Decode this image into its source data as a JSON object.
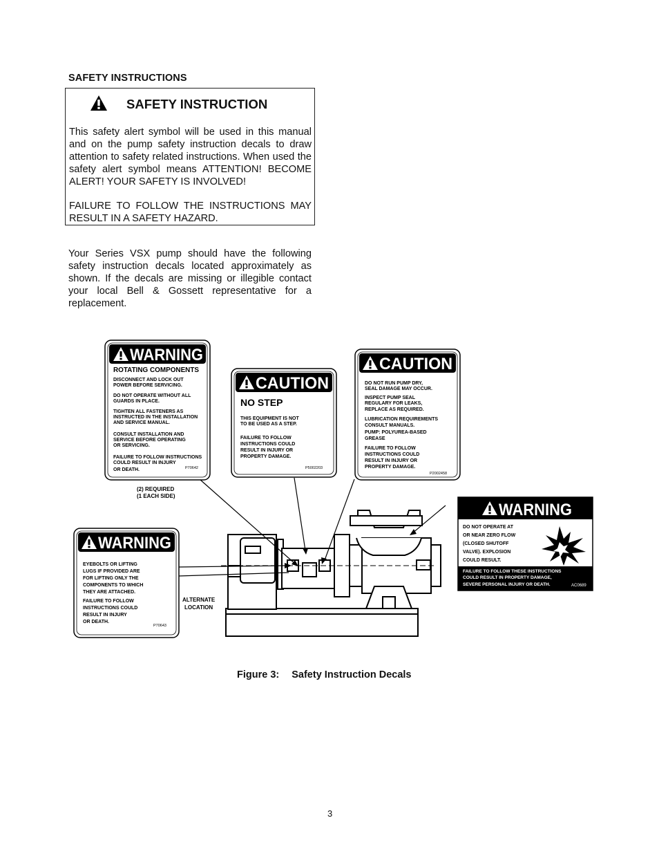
{
  "section_heading": "SAFETY INSTRUCTIONS",
  "safety_box": {
    "title": "SAFETY INSTRUCTION",
    "icon": "safety-alert-triangle-icon",
    "paragraph1": "This safety alert symbol will be used in this manual and on the pump safety instruction decals to draw attention to safety related instructions. When used the safety alert symbol means ATTENTION! BECOME ALERT! YOUR SAFETY IS INVOLVED!",
    "paragraph2": "FAILURE TO FOLLOW THE INSTRUCTIONS MAY RESULT IN A SAFETY HAZARD."
  },
  "intro_paragraph": "Your Series VSX pump should have the following safety instruction decals located approximately as shown. If the decals are missing or illegible contact your local Bell & Gossett representative for a replacement.",
  "decals": {
    "warning_rotating": {
      "header": "WARNING",
      "title": "ROTATING COMPONENTS",
      "lines": [
        "DISCONNECT AND LOCK OUT",
        "POWER BEFORE SERVICING.",
        "DO NOT OPERATE WITHOUT ALL",
        "GUARDS IN PLACE.",
        "TIGHTEN ALL FASTENERS AS",
        "INSTRUCTED IN THE INSTALLATION",
        "AND SERVICE MANUAL.",
        "CONSULT INSTALLATION AND",
        "SERVICE BEFORE OPERATING",
        "OR SERVICING.",
        "FAILURE TO FOLLOW INSTRUCTIONS",
        "COULD RESULT IN INJURY",
        "OR DEATH."
      ],
      "code": "P70642"
    },
    "caution_no_step": {
      "header": "CAUTION",
      "title": "NO STEP",
      "lines": [
        "THIS EQUIPMENT IS NOT",
        "TO BE USED AS A STEP.",
        "FAILURE TO FOLLOW",
        "INSTRUCTIONS COULD",
        "RESULT IN INJURY OR",
        "PROPERTY DAMAGE."
      ],
      "code": "P5002203"
    },
    "caution_dry": {
      "header": "CAUTION",
      "lines": [
        "DO NOT RUN PUMP DRY,",
        "SEAL DAMAGE MAY OCCUR.",
        "INSPECT PUMP SEAL",
        "REGULARY FOR LEAKS,",
        "REPLACE AS REQUIRED.",
        "LUBRICATION REQUIREMENTS",
        "CONSULT MANUALS.",
        "PUMP: POLYUREA-BASED",
        "GREASE",
        "FAILURE TO FOLLOW",
        "INSTRUCTIONS COULD",
        "RESULT IN INJURY OR",
        "PROPERTY DAMAGE."
      ],
      "code": "P2002458"
    },
    "warning_eyebolts": {
      "header": "WARNING",
      "lines": [
        "EYEBOLTS OR LIFTING",
        "LUGS IF PROVIDED ARE",
        "FOR LIFTING ONLY THE",
        "COMPONENTS TO WHICH",
        "THEY ARE ATTACHED.",
        "FAILURE TO FOLLOW",
        "INSTRUCTIONS COULD",
        "RESULT IN INJURY",
        "OR DEATH."
      ],
      "code": "P70643"
    },
    "warning_zero_flow": {
      "header": "WARNING",
      "lines": [
        "DO NOT OPERATE AT",
        "OR NEAR ZERO FLOW",
        "(CLOSED SHUTOFF",
        "VALVE). EXPLOSION",
        "COULD RESULT."
      ],
      "footer_lines": [
        "FAILURE TO FOLLOW THESE INSTRUCTIONS",
        "COULD RESULT IN PROPERTY DAMAGE,",
        "SEVERE PERSONAL INJURY OR DEATH."
      ],
      "code": "AC0689"
    }
  },
  "labels": {
    "required_line1": "(2) REQUIRED",
    "required_line2": "(1 EACH SIDE)",
    "alternate_line1": "ALTERNATE",
    "alternate_line2": "LOCATION"
  },
  "figure_caption": {
    "label": "Figure 3:",
    "text": "Safety Instruction Decals"
  },
  "page_number": "3"
}
